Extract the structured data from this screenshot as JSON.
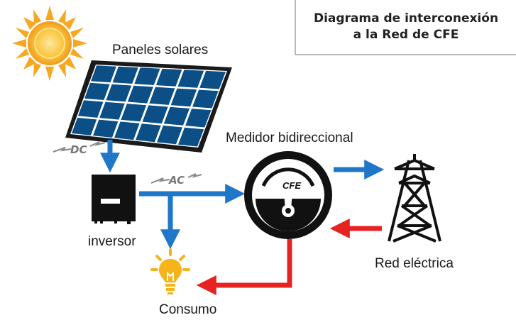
{
  "title_lines": [
    "Diagrama de interconexión",
    "a la Red de CFE"
  ],
  "labels": {
    "panels": "Paneles solares",
    "meter": "Medidor bidireccional",
    "inverter": "inversor",
    "grid": "Red eléctrica",
    "consumption": "Consumo"
  },
  "current_labels": {
    "dc": "DC",
    "ac": "AC"
  },
  "meter_brand": "CFE",
  "colors": {
    "blue_flow": "#1f77c9",
    "red_flow": "#e52421",
    "panel_cell": "#0b4f86",
    "sun": "#f9b233",
    "bulb": "#f6b31b"
  },
  "icons": [
    "sun-icon",
    "solar-panel-icon",
    "inverter-icon",
    "meter-icon",
    "transmission-tower-icon",
    "light-bulb-icon"
  ]
}
